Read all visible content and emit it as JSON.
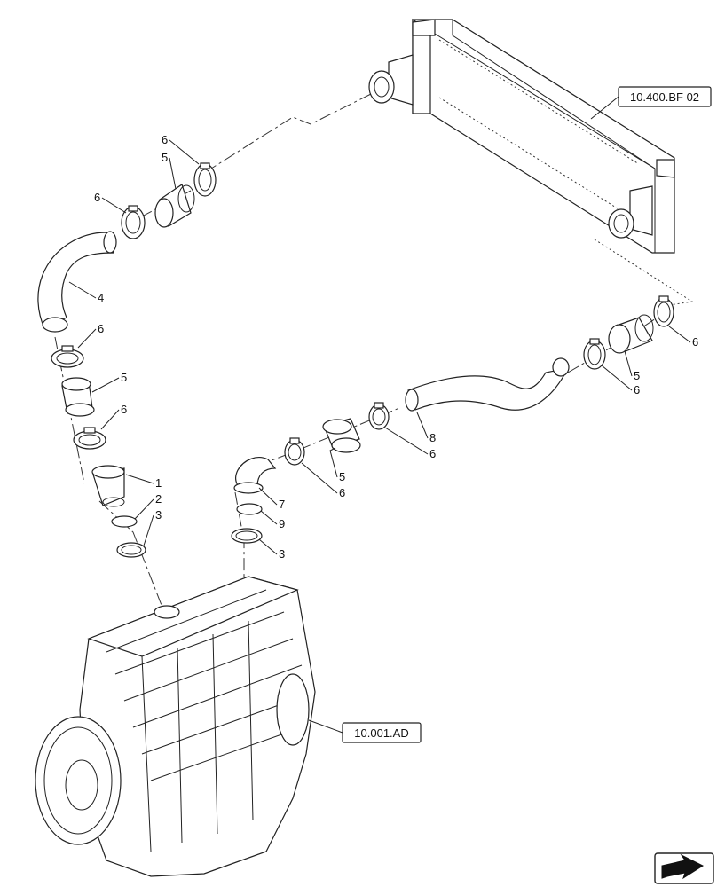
{
  "references": {
    "radiator": "10.400.BF 02",
    "engine": "10.001.AD"
  },
  "callouts": {
    "c_6a": "6",
    "c_5a": "5",
    "c_6b": "6",
    "c_4": "4",
    "c_6c": "6",
    "c_5b": "5",
    "c_6d": "6",
    "c_1": "1",
    "c_2": "2",
    "c_3a": "3",
    "c_7": "7",
    "c_9": "9",
    "c_3b": "3",
    "c_5c": "5",
    "c_6e": "6",
    "c_8": "8",
    "c_6f": "6",
    "c_6g": "6",
    "c_5d": "5",
    "c_6h": "6"
  },
  "icons": {
    "nav": "navigation-arrow-icon"
  }
}
